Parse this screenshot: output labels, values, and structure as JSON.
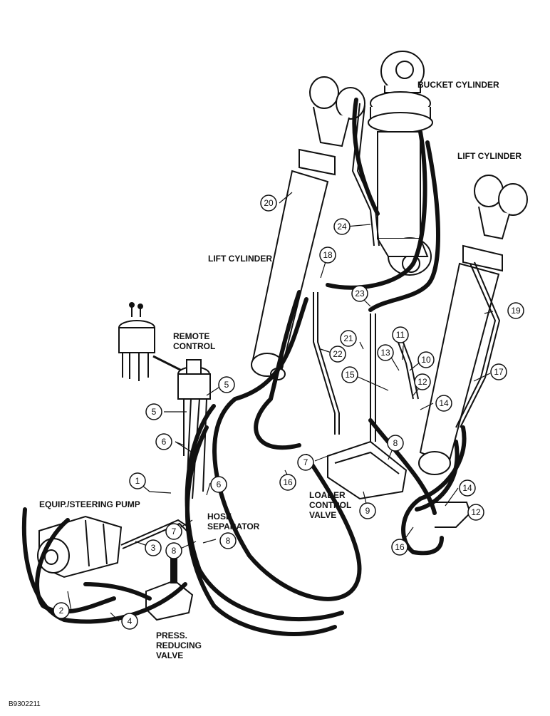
{
  "labels": {
    "bucket_cylinder": "BUCKET CYLINDER",
    "lift_cylinder_right": "LIFT CYLINDER",
    "lift_cylinder_left": "LIFT CYLINDER",
    "remote_control": "REMOTE\nCONTROL",
    "equip_steering_pump": "EQUIP./STEERING PUMP",
    "hose_separator": "HOSE\nSEPARATOR",
    "loader_control_valve": "LOADER\nCONTROL\nVALVE",
    "press_reducing_valve": "PRESS.\nREDUCING\nVALVE"
  },
  "callouts": [
    "1",
    "2",
    "3",
    "4",
    "5",
    "5",
    "6",
    "6",
    "7",
    "7",
    "8",
    "8",
    "8",
    "9",
    "10",
    "11",
    "12",
    "12",
    "13",
    "14",
    "14",
    "15",
    "16",
    "16",
    "17",
    "18",
    "19",
    "20",
    "21",
    "22",
    "23",
    "24"
  ],
  "figure_code": "B9302211"
}
